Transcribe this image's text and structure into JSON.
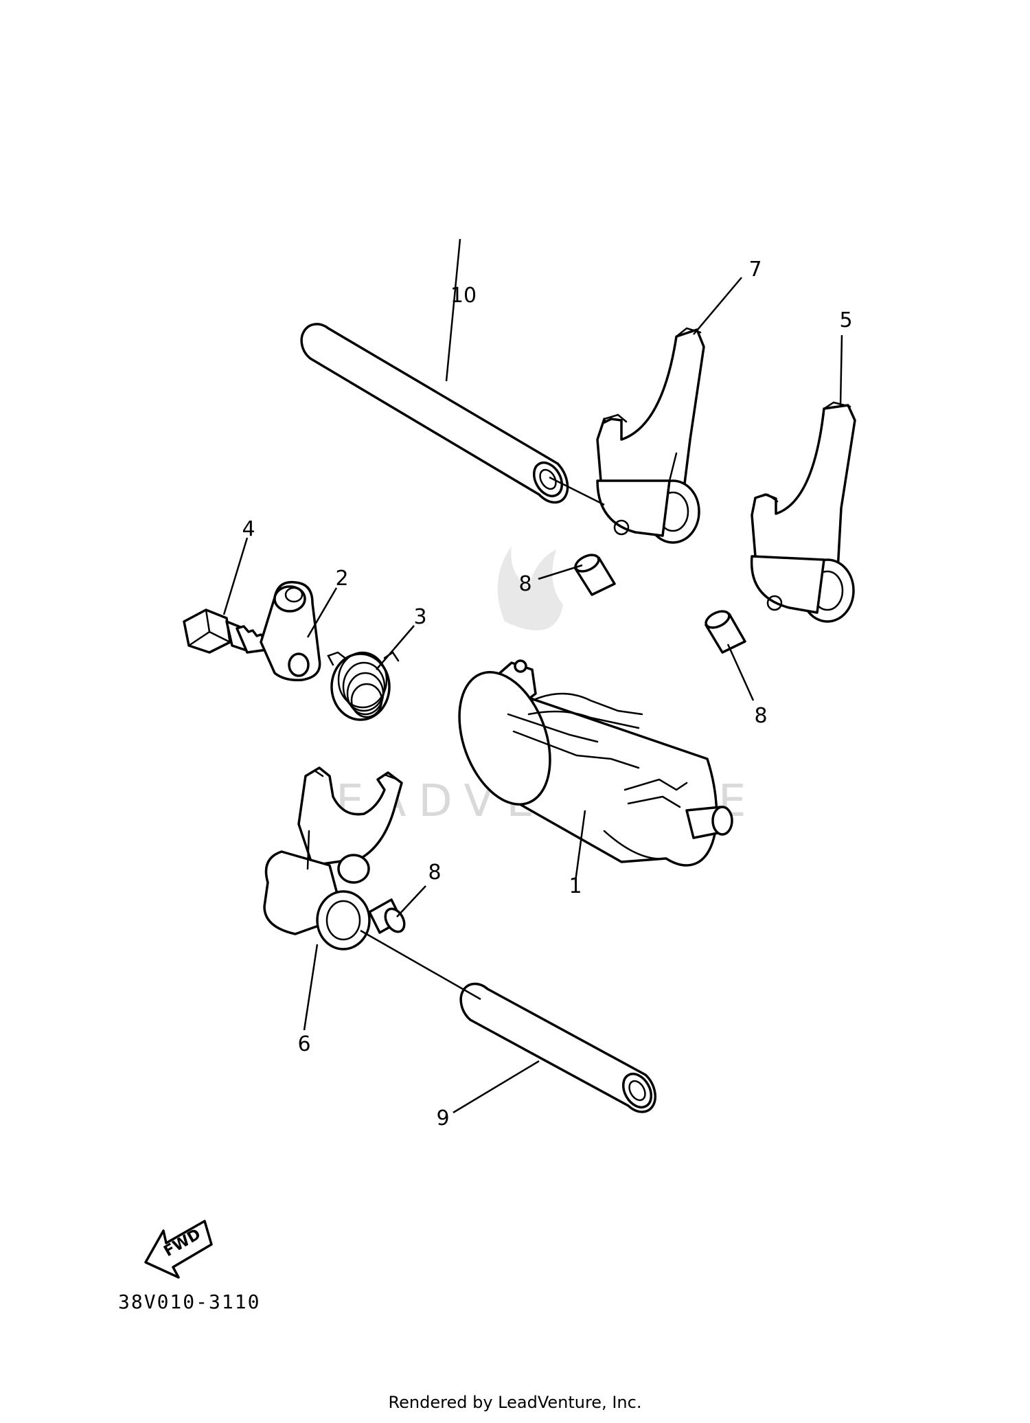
{
  "watermark": "LEADVENTURE",
  "callouts": {
    "c1": "1",
    "c2": "2",
    "c3": "3",
    "c4": "4",
    "c5": "5",
    "c6": "6",
    "c7": "7",
    "c8a": "8",
    "c8b": "8",
    "c8c": "8",
    "c9": "9",
    "c10": "10"
  },
  "fwd_label": "FWD",
  "diagram_code": "38V010-3110",
  "credit": "Rendered by LeadVenture, Inc."
}
